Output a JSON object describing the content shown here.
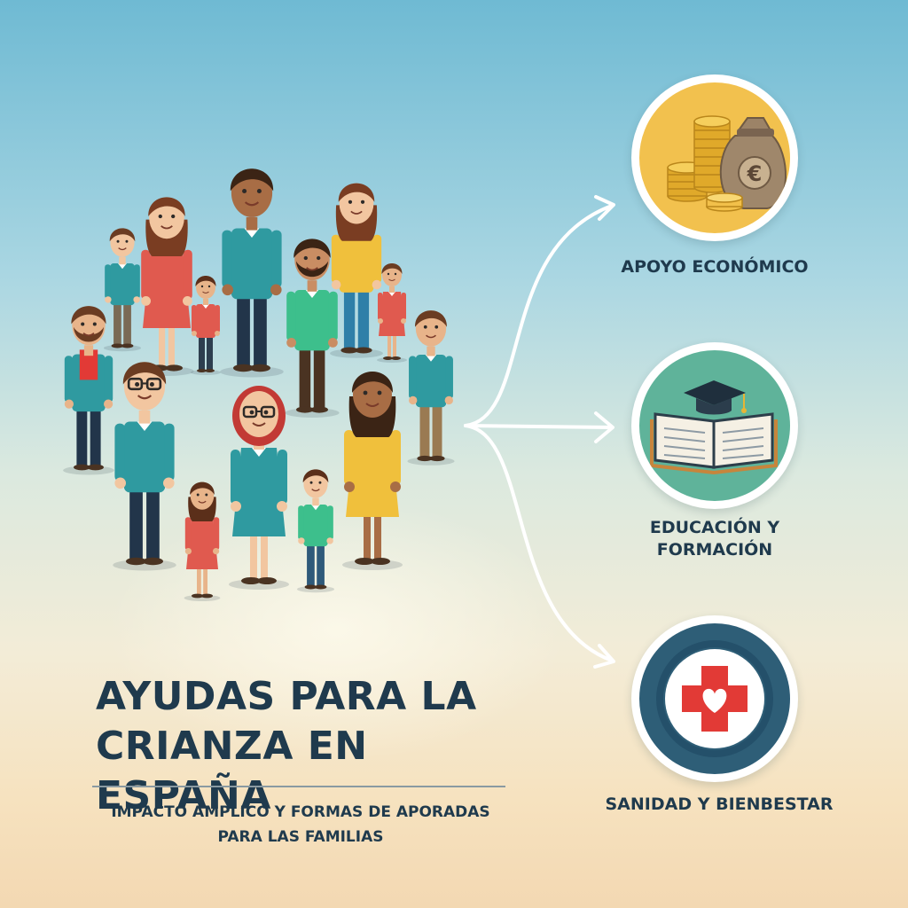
{
  "title": [
    "AYUDAS PARA LA",
    "CRIANZA EN ESPAÑA"
  ],
  "subtitle": [
    "IMPACTO AMPLICO Y FORMAS DE APORADAS",
    "PARA LAS FAMILIAS"
  ],
  "branches": [
    {
      "label": [
        "APOYO ECONÓMICO"
      ],
      "icon": "money-bag-euro-coins-icon",
      "circle_color": "#f2c14e"
    },
    {
      "label": [
        "EDUCACIÓN Y",
        "FORMACIÓN"
      ],
      "icon": "book-graduation-cap-icon",
      "circle_color": "#5fb39a"
    },
    {
      "label": [
        "SANIDAD Y BIENBESTAR"
      ],
      "icon": "medical-cross-heart-icon",
      "circle_color": "#2e5e77"
    }
  ],
  "colors": {
    "text": "#1f3a4d",
    "arrow": "#ffffff",
    "teal": "#2f9aa0",
    "coral": "#e05a4f",
    "mustard": "#f0c03c",
    "green": "#3dbf8c"
  }
}
